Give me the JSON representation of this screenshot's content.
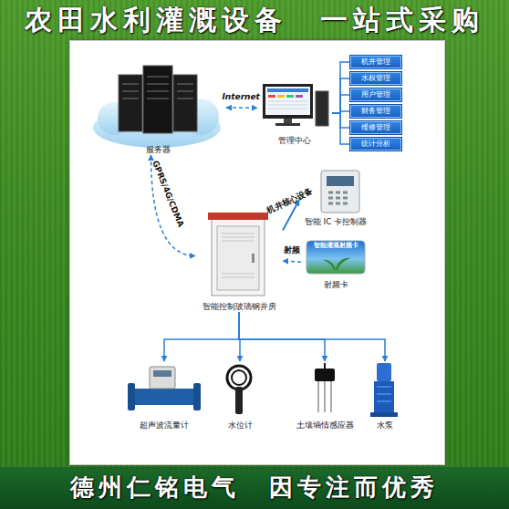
{
  "diagram": {
    "title": "农田水利灌溉设备 一站式采购",
    "caption": "德州仁铭电气 因专注而优秀",
    "nodes": [
      {
        "text": [
          "服务器"
        ]
      },
      {
        "text": [
          "管理中心"
        ]
      },
      {
        "text": [
          "机井管理"
        ]
      },
      {
        "text": [
          "水权管理"
        ]
      },
      {
        "text": [
          "用户管理"
        ]
      },
      {
        "text": [
          "财务管理"
        ]
      },
      {
        "text": [
          "维修管理"
        ]
      },
      {
        "text": [
          "统计分析"
        ]
      },
      {
        "text": [
          "智能控制玻璃钢井房"
        ]
      },
      {
        "text": [
          "智能 IC 卡控制器"
        ]
      },
      {
        "text": [
          "智能灌溉射频卡",
          "射频卡"
        ]
      },
      {
        "text": [
          "超声波流量计"
        ]
      },
      {
        "text": [
          "水位计"
        ]
      },
      {
        "text": [
          "土壤墒情感应器"
        ]
      },
      {
        "text": [
          "水泵"
        ]
      }
    ],
    "edges": [
      {
        "from": 0,
        "to": 1,
        "label": "Internet",
        "arrow": "both"
      },
      {
        "from": 1,
        "to": 2,
        "arrow": "none"
      },
      {
        "from": 1,
        "to": 3,
        "arrow": "none"
      },
      {
        "from": 1,
        "to": 4,
        "arrow": "none"
      },
      {
        "from": 1,
        "to": 5,
        "arrow": "none"
      },
      {
        "from": 1,
        "to": 6,
        "arrow": "none"
      },
      {
        "from": 1,
        "to": 7,
        "arrow": "none"
      },
      {
        "from": 0,
        "to": 8,
        "label": "GPRS/4G/CDMA",
        "arrow": "both"
      },
      {
        "from": 8,
        "to": 9,
        "label": "机井核心设备",
        "arrow": "to"
      },
      {
        "from": 10,
        "to": 8,
        "label": "射频",
        "arrow": "to"
      },
      {
        "from": 8,
        "to": 11,
        "arrow": "to"
      },
      {
        "from": 8,
        "to": 12,
        "arrow": "to"
      },
      {
        "from": 8,
        "to": 13,
        "arrow": "to"
      },
      {
        "from": 8,
        "to": 14,
        "arrow": "to"
      }
    ]
  }
}
